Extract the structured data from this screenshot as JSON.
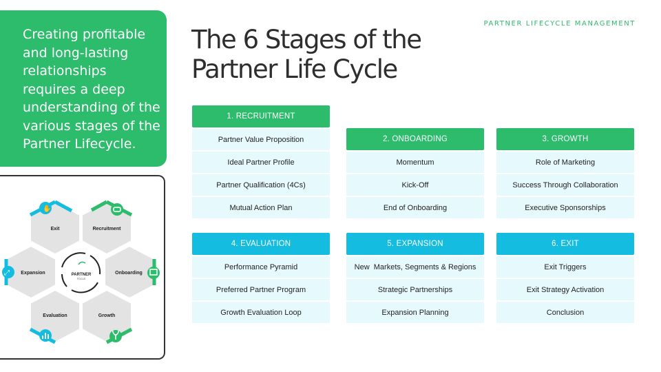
{
  "intro": {
    "text": "Creating profitable and long-lasting relationships requires a deep understanding of the various stages of the Partner Lifecycle."
  },
  "header": {
    "top_label": "PARTNER LIFECYCLE MANAGEMENT",
    "title_line1": "The 6 Stages of the",
    "title_line2": "Partner Life Cycle"
  },
  "diagram": {
    "center_label": "PARTNER",
    "center_sub": "FOCUS",
    "hexes": [
      {
        "label": "Exit",
        "icon": "hand-stop-icon",
        "accent": "cyan"
      },
      {
        "label": "Recruitment",
        "icon": "handshake-icon",
        "accent": "green"
      },
      {
        "label": "Onboarding",
        "icon": "presentation-icon",
        "accent": "green"
      },
      {
        "label": "Growth",
        "icon": "sprout-icon",
        "accent": "green"
      },
      {
        "label": "Evaluation",
        "icon": "bar-chart-icon",
        "accent": "cyan"
      },
      {
        "label": "Expansion",
        "icon": "expand-arrows-icon",
        "accent": "cyan"
      }
    ]
  },
  "colors": {
    "green": "#2dbb6c",
    "cyan": "#14bde0",
    "item_bg": "#e6f9fd",
    "hex_fill": "#e3e3e3",
    "title": "#2e2e2e"
  },
  "stages": [
    {
      "label": "1. RECRUITMENT",
      "accent": "green",
      "items": [
        "Partner Value Proposition",
        "Ideal Partner Profile",
        "Partner Qualification (4Cs)",
        "Mutual Action Plan"
      ]
    },
    {
      "label": "2. ONBOARDING",
      "accent": "green",
      "items": [
        "Momentum",
        "Kick-Off",
        "End of Onboarding"
      ]
    },
    {
      "label": "3. GROWTH",
      "accent": "green",
      "items": [
        "Role of Marketing",
        "Success Through Collaboration",
        "Executive Sponsorships"
      ]
    },
    {
      "label": "4. EVALUATION",
      "accent": "cyan",
      "items": [
        "Performance Pyramid",
        "Preferred Partner Program",
        "Growth Evaluation Loop"
      ]
    },
    {
      "label": "5. EXPANSION",
      "accent": "cyan",
      "items": [
        "New  Markets, Segments & Regions",
        "Strategic Partnerships",
        "Expansion Planning"
      ]
    },
    {
      "label": "6. EXIT",
      "accent": "cyan",
      "items": [
        "Exit Triggers",
        "Exit Strategy Activation",
        "Conclusion"
      ]
    }
  ]
}
